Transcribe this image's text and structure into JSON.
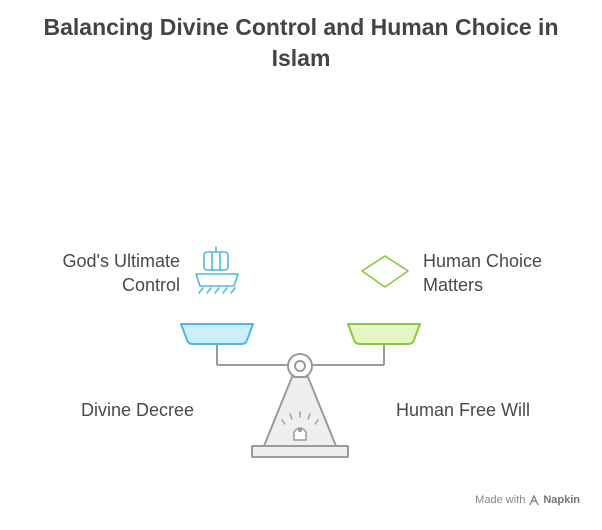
{
  "title": "Balancing Divine Control and Human Choice in Islam",
  "left_pan": {
    "label": "God's Ultimate Control",
    "icon": "ship-icon",
    "color": "#4fb8e0",
    "fill": "#cdeefa"
  },
  "right_pan": {
    "label": "Human Choice Matters",
    "icon": "diamond-icon",
    "color": "#8cc63f",
    "fill": "#e6f5c4"
  },
  "left_base_label": "Divine Decree",
  "right_base_label": "Human Free Will",
  "footer": {
    "prefix": "Made with",
    "brand": "Napkin",
    "icon": "napkin-logo-icon"
  }
}
